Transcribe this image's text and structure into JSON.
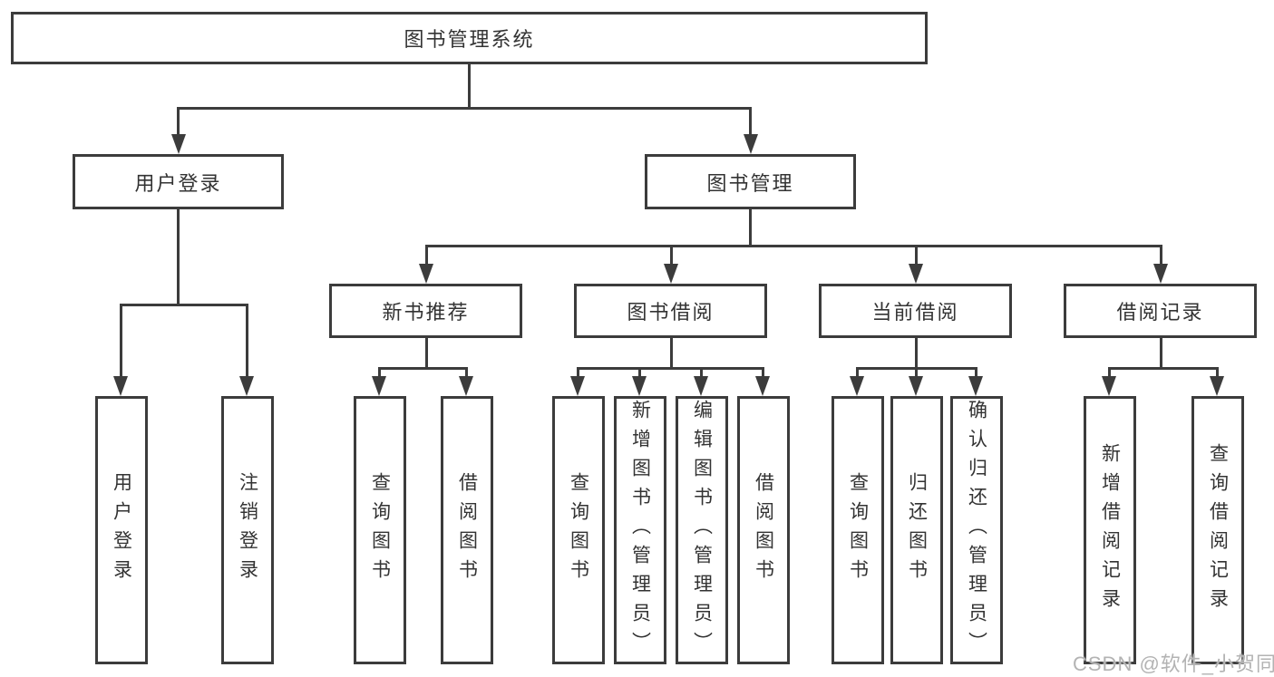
{
  "tree": {
    "root": {
      "label": "图书管理系统"
    },
    "children": [
      {
        "label": "用户登录",
        "children": [
          {
            "label": "用户登录"
          },
          {
            "label": "注销登录"
          }
        ]
      },
      {
        "label": "图书管理",
        "children": [
          {
            "label": "新书推荐",
            "children": [
              {
                "label": "查询图书"
              },
              {
                "label": "借阅图书"
              }
            ]
          },
          {
            "label": "图书借阅",
            "children": [
              {
                "label": "查询图书"
              },
              {
                "label": "新增图书（管理员）"
              },
              {
                "label": "编辑图书（管理员）"
              },
              {
                "label": "借阅图书"
              }
            ]
          },
          {
            "label": "当前借阅",
            "children": [
              {
                "label": "查询图书"
              },
              {
                "label": "归还图书"
              },
              {
                "label": "确认归还（管理员）"
              }
            ]
          },
          {
            "label": "借阅记录",
            "children": [
              {
                "label": "新增借阅记录"
              },
              {
                "label": "查询借阅记录"
              }
            ]
          }
        ]
      }
    ]
  },
  "watermark": "CSDN @软件_小贺同学",
  "colors": {
    "line": "#3c3c3c",
    "text": "#333333",
    "watermark": "#b3b3b3",
    "background": "#ffffff"
  }
}
